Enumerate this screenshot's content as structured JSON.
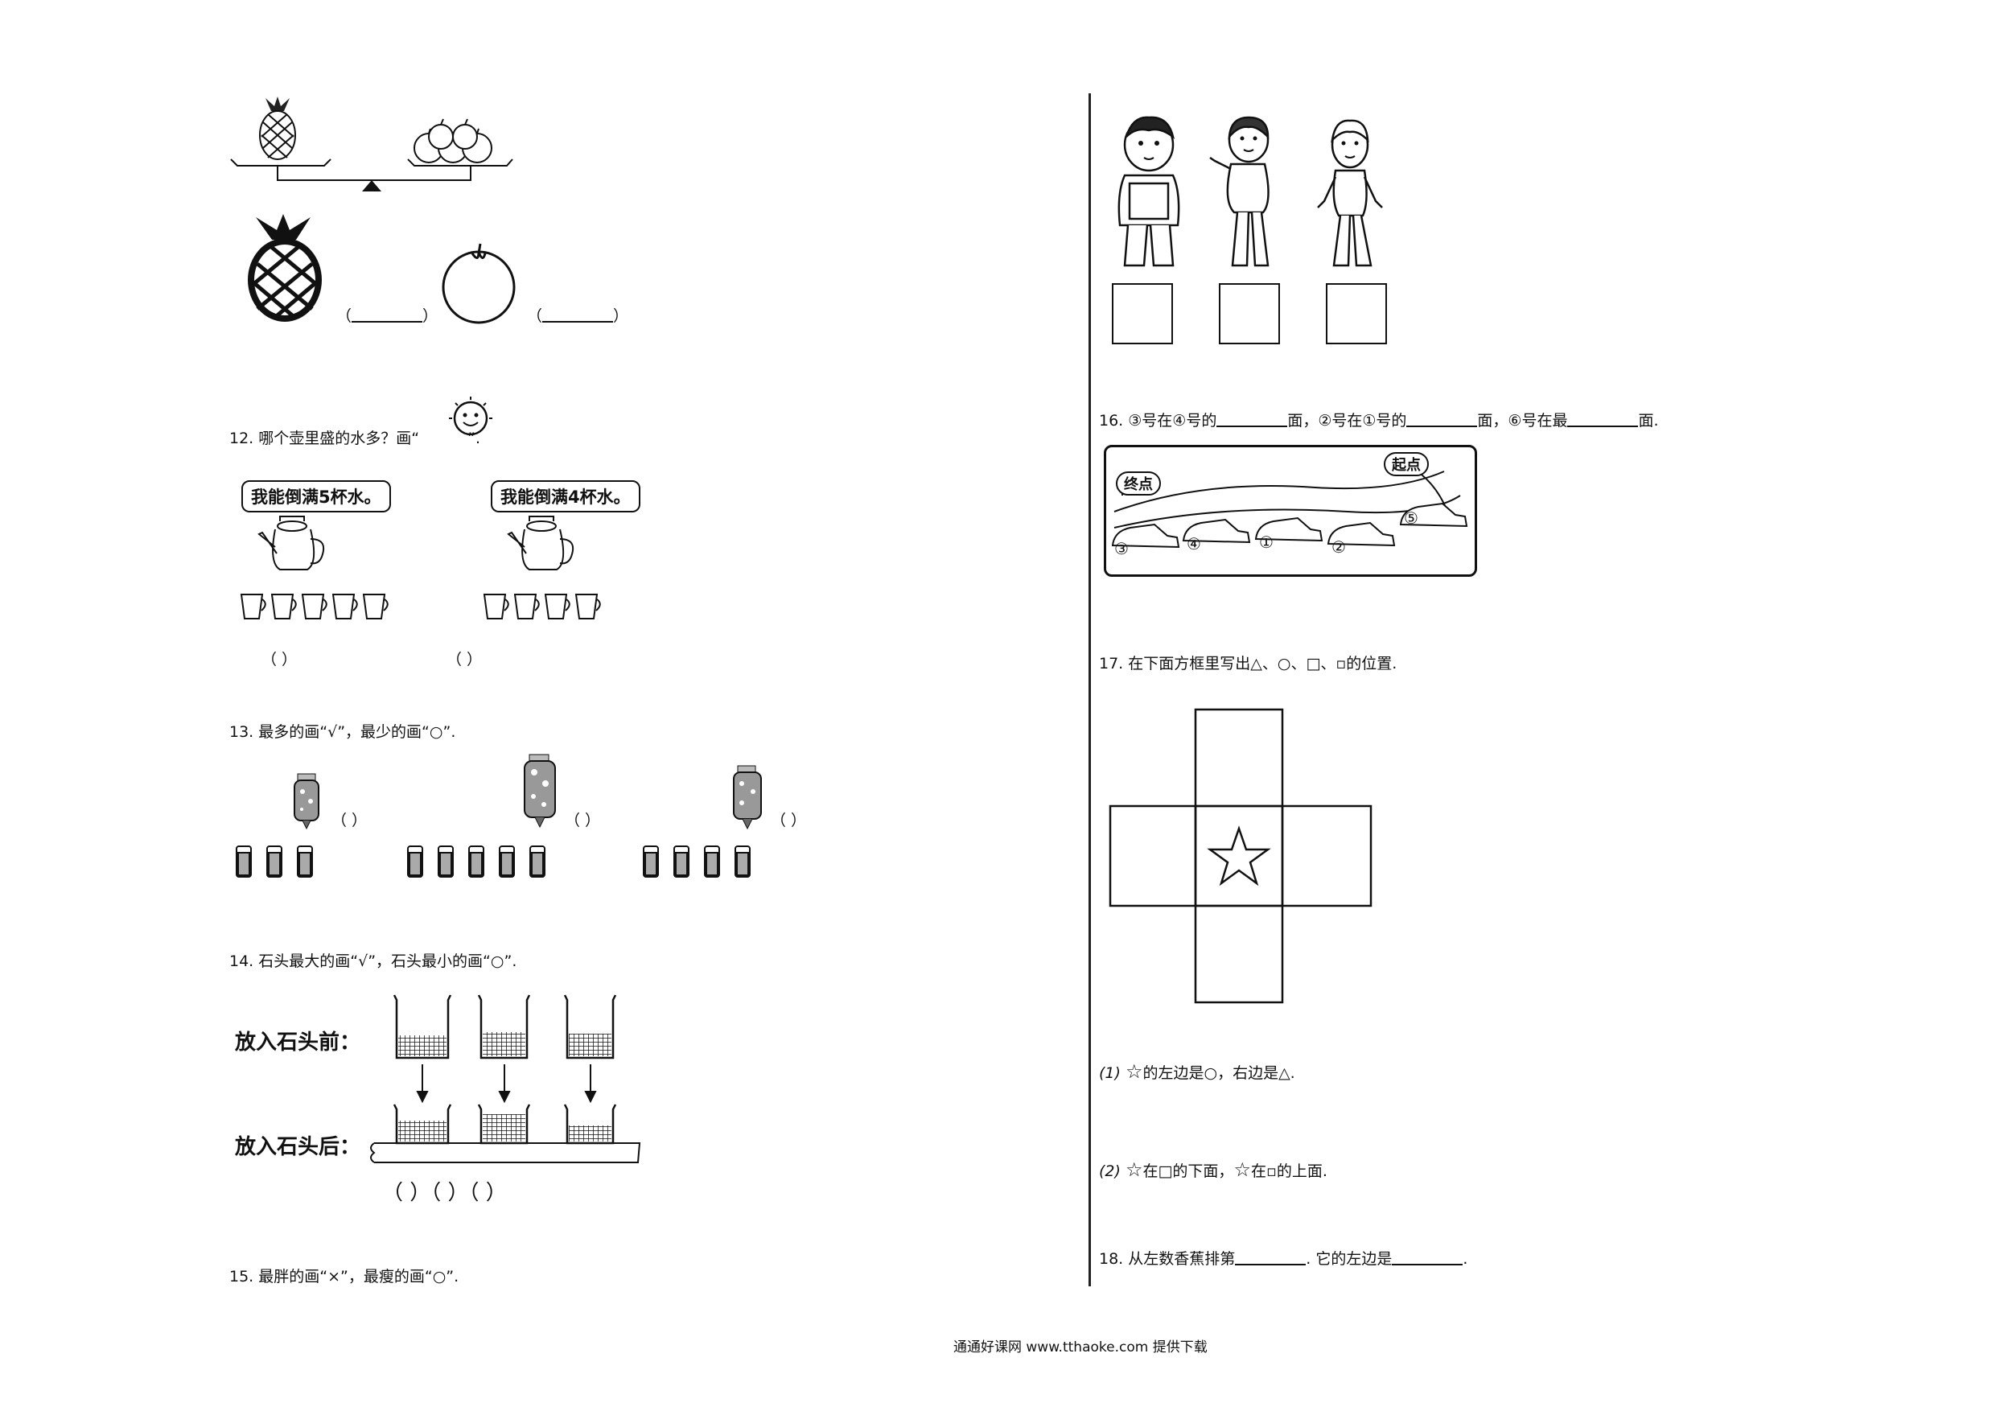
{
  "left": {
    "q11": {
      "paren_blank_1": "（",
      "paren_blank_2": "（",
      "paren_close_1": "）",
      "paren_close_2": "）"
    },
    "q12": {
      "text_before": "12.  哪个壶里盛的水多？画“",
      "text_after": "”.",
      "bubble_1": "我能倒满5杯水。",
      "bubble_2": "我能倒满4杯水。",
      "answer_1": "（      ）",
      "answer_2": "（      ）"
    },
    "q13": {
      "text": "13.  最多的画“√”，最少的画“○”.",
      "answer": "（      ）"
    },
    "q14": {
      "text": "14.  石头最大的画“√”，石头最小的画“○”.",
      "label_before": "放入石头前：",
      "label_after": "放入石头后：",
      "answers": "（        ）（        ）（        ）"
    },
    "q15": {
      "text": "15.  最胖的画“×”，最瘦的画“○”."
    }
  },
  "right": {
    "q16": {
      "p1": "16.  ③号在④号的",
      "p2": "面，②号在①号的",
      "p3": "面，⑥号在最",
      "p4": "面.",
      "finish": "终点",
      "start": "起点",
      "cars": [
        "③",
        "④",
        "①",
        "②",
        "⑤"
      ]
    },
    "q17": {
      "text": "17. 在下面方框里写出△、○、□、▫的位置.",
      "star": "☆",
      "sub1_num": "(1)",
      "sub1_text": "的左边是○，右边是△.",
      "sub2_num": "(2)",
      "sub2_a": "在□的下面，",
      "sub2_b": "在▫的上面."
    },
    "q18": {
      "p1": "18.  从左数香蕉排第",
      "p2": ".  它的左边是",
      "p3": "."
    }
  },
  "footer": {
    "text": "通通好课网 www.tthaoke.com 提供下载"
  }
}
